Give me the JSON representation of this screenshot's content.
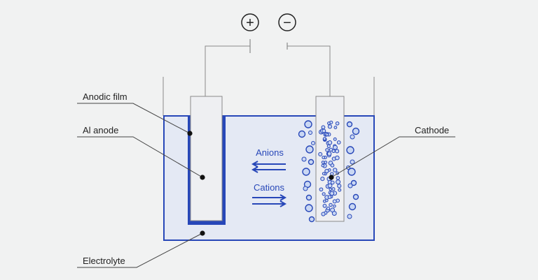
{
  "terminals": {
    "positive": "+",
    "negative": "−"
  },
  "labels": {
    "anodic_film": "Anodic film",
    "al_anode": "Al anode",
    "cathode": "Cathode",
    "electrolyte": "Electrolyte",
    "anions": "Anions",
    "cations": "Cations"
  },
  "colors": {
    "background": "#f1f2f2",
    "electrolyte_fill": "#e4e9f4",
    "accent_blue": "#2747b8",
    "bubble_fill": "#c9d7f3",
    "line_gray": "#8a8a8a",
    "text": "#222222"
  }
}
